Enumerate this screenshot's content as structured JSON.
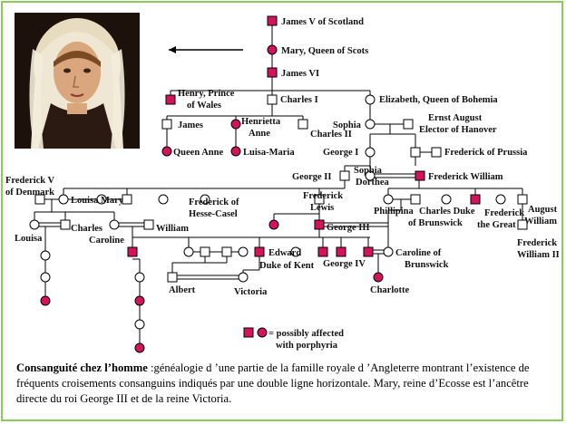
{
  "labels": {
    "james_v": "James V of Scotland",
    "mary": "Mary, Queen of Scots",
    "james_vi": "James VI",
    "henry_1": "Henry, Prince",
    "henry_2": "of Wales",
    "charles_i": "Charles I",
    "elizabeth": "Elizabeth, Queen of Bohemia",
    "james": "James",
    "henrietta_1": "Henrietta",
    "henrietta_2": "Anne",
    "charles_ii": "Charles II",
    "sophia": "Sophia",
    "ernst_1": "Ernst August",
    "ernst_2": "Elector of Hanover",
    "queen_anne": "Queen Anne",
    "luisa_maria": "Luisa-Maria",
    "george_i": "George I",
    "frederick_prussia": "Frederick of Prussia",
    "george_ii": "George II",
    "sophia_d_1": "Sophia",
    "sophia_d_2": "Dorthea",
    "frederick_william": "Frederick William",
    "frederick_v_1": "Frederick V",
    "frederick_v_2": "of Denmark",
    "louisa_mary": "Louisa Mary",
    "frederick_hesse_1": "Frederick of",
    "frederick_hesse_2": "Hesse-Casel",
    "frederick_lewis_1": "Frederick",
    "frederick_lewis_2": "Lewis",
    "phillipina": "Phillipina",
    "charles_brunswick_1": "Charles Duke",
    "charles_brunswick_2": "of Brunswick",
    "frederick_great_1": "Frederick",
    "frederick_great_2": "the Great",
    "august_william_1": "August",
    "august_william_2": "William",
    "louisa": "Louisa",
    "charles": "Charles",
    "william": "William",
    "caroline": "Caroline",
    "george_iii": "George III",
    "frederick_william_ii_1": "Frederick",
    "frederick_william_ii_2": "William II",
    "edward_1": "Edward",
    "edward_2": "Duke of Kent",
    "george_iv": "George IV",
    "caroline_brunswick_1": "Caroline of",
    "caroline_brunswick_2": "Brunswick",
    "albert": "Albert",
    "victoria": "Victoria",
    "charlotte": "Charlotte",
    "legend_1": "= possibly affected",
    "legend_2": "with porphyria"
  },
  "caption": {
    "bold": "Consanguité chez l’homme",
    "text": " :généalogie d ’une partie de la famille royale d ’Angleterre montrant l’existence de fréquents croisements consanguins indiqués par une double ligne horizontale. Mary, reine d’Ecosse est l’ancêtre directe du roi George III et de la reine Victoria."
  },
  "colors": {
    "affected": "#d4145a",
    "frame": "#8fc95a"
  },
  "portrait": "portrait of Mary, Queen of Scots"
}
